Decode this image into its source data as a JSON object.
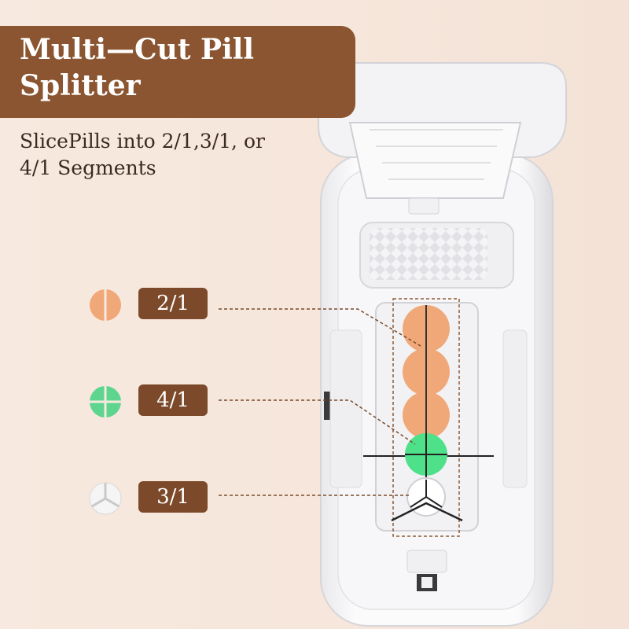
{
  "title": "Multi—Cut Pill Splitter",
  "subtitle": "SlicePills into 2/1,3/1, or 4/1 Segments",
  "legend": [
    {
      "label": "2/1",
      "pill": "half",
      "color": "#f0a878"
    },
    {
      "label": "4/1",
      "pill": "quarter",
      "color": "#5ed58f"
    },
    {
      "label": "3/1",
      "pill": "third",
      "color": "#f4f4f4"
    }
  ],
  "colors": {
    "banner": "#8a5530",
    "badge": "#7c4a2a",
    "background": "#f6e8dd",
    "pill_orange": "#f0a878",
    "pill_green": "#4fe08a",
    "device": "#ffffff",
    "guide_line": "#7a4a2a"
  }
}
